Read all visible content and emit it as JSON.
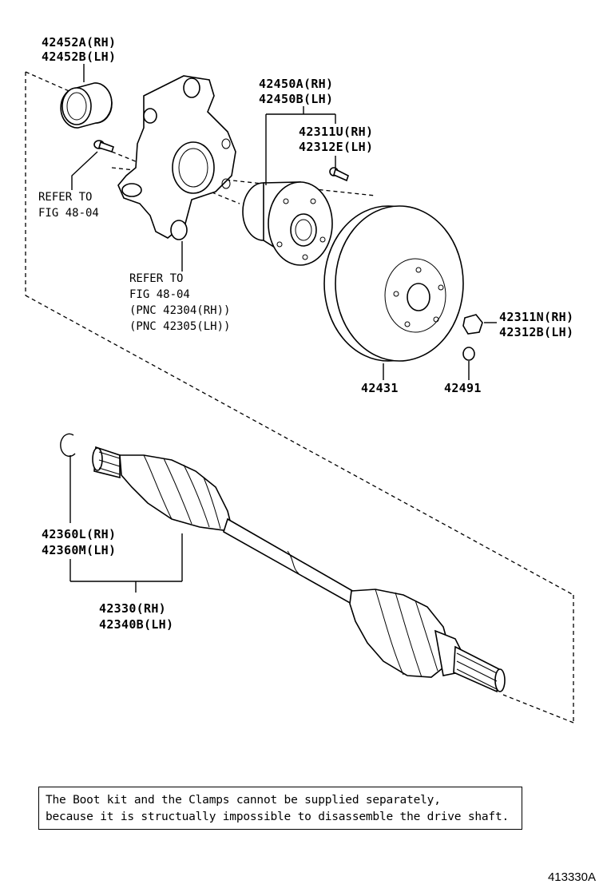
{
  "labels": {
    "p42452a": "42452A(RH)",
    "p42452b": "42452B(LH)",
    "p42450a": "42450A(RH)",
    "p42450b": "42450B(LH)",
    "p42311u": "42311U(RH)",
    "p42312e": "42312E(LH)",
    "refer1a": "REFER TO",
    "refer1b": "FIG 48-04",
    "refer2a": "REFER TO",
    "refer2b": "FIG 48-04",
    "pnc1": "(PNC 42304(RH))",
    "pnc2": "(PNC 42305(LH))",
    "p42311n": "42311N(RH)",
    "p42312b": "42312B(LH)",
    "p42431": "42431",
    "p42491": "42491",
    "p42360l": "42360L(RH)",
    "p42360m": "42360M(LH)",
    "p42330": "42330(RH)",
    "p42340b": "42340B(LH)"
  },
  "note": {
    "line1": "The Boot kit and the Clamps cannot be supplied separately,",
    "line2": "because it is structually impossible to disassemble the drive shaft."
  },
  "ref_code": "413330A"
}
